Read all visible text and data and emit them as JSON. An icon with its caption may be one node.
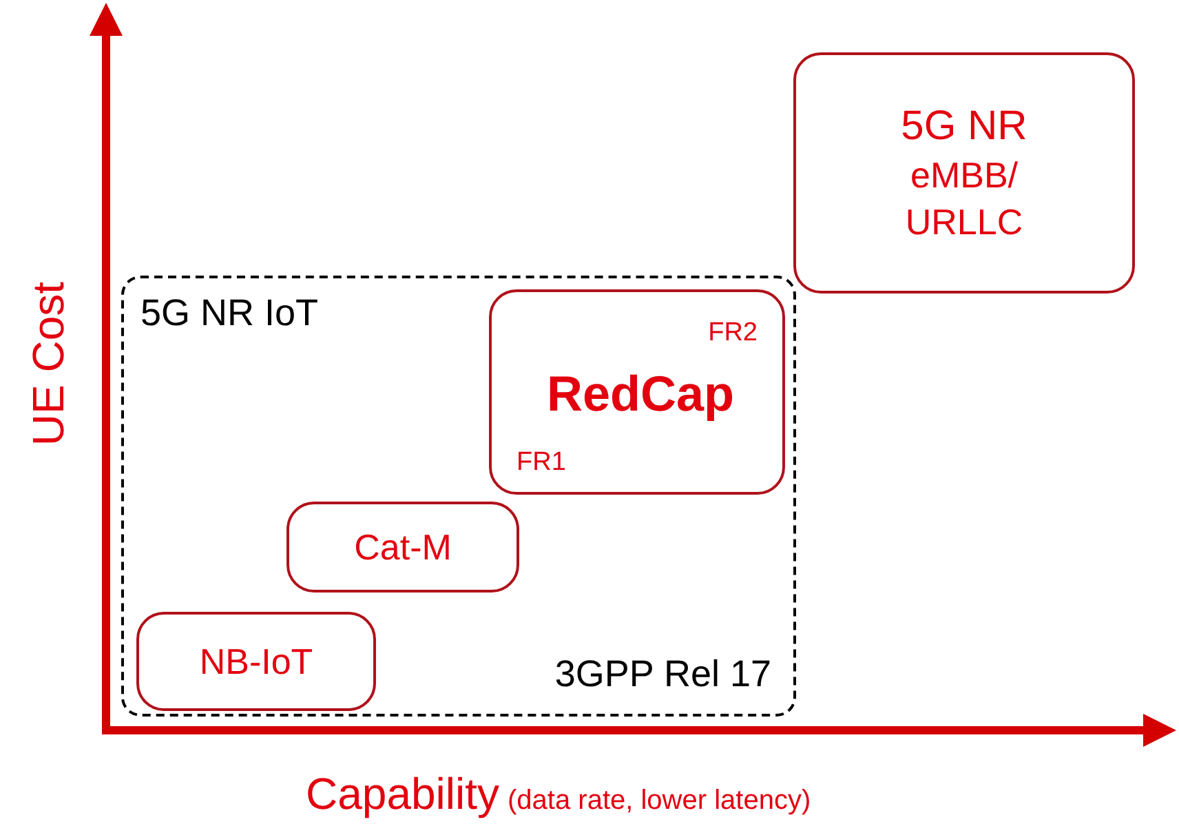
{
  "diagram": {
    "nodes": [
      {
        "text": [
          "5G NR IoT",
          "3GPP Rel 17"
        ]
      },
      {
        "text": [
          "FR2",
          "RedCap",
          "FR1"
        ],
        "in": 0
      },
      {
        "text": [
          "Cat-M"
        ],
        "in": 0
      },
      {
        "text": [
          "NB-IoT"
        ],
        "in": 0
      },
      {
        "text": [
          "5G NR",
          "eMBB/ URLLC"
        ]
      }
    ],
    "labels": [
      "UE Cost",
      "Capability",
      "(data rate, lower latency)"
    ]
  }
}
